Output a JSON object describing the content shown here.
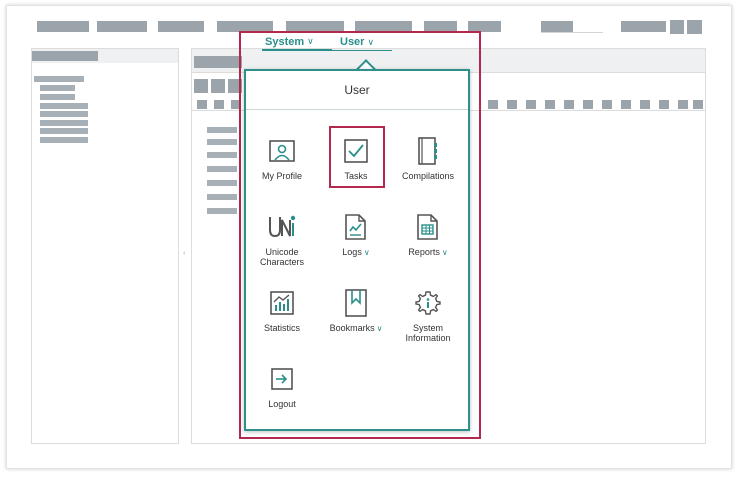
{
  "colors": {
    "accent": "#2a8f8a",
    "highlight": "#b3284d",
    "placeholder": "#9aa4aa"
  },
  "top_menu": {
    "system_label": "System",
    "user_label": "User"
  },
  "user_menu": {
    "title": "User",
    "items": [
      {
        "label": "My Profile",
        "icon": "profile-icon",
        "has_submenu": false
      },
      {
        "label": "Tasks",
        "icon": "tasks-icon",
        "has_submenu": false,
        "selected": true
      },
      {
        "label": "Compilations",
        "icon": "compilations-icon",
        "has_submenu": false
      },
      {
        "label": "Unicode Characters",
        "icon": "unicode-icon",
        "has_submenu": false
      },
      {
        "label": "Logs",
        "icon": "logs-icon",
        "has_submenu": true
      },
      {
        "label": "Reports",
        "icon": "reports-icon",
        "has_submenu": true
      },
      {
        "label": "Statistics",
        "icon": "statistics-icon",
        "has_submenu": false
      },
      {
        "label": "Bookmarks",
        "icon": "bookmarks-icon",
        "has_submenu": true
      },
      {
        "label": "System Information",
        "icon": "gear-icon",
        "has_submenu": false
      },
      {
        "label": "Logout",
        "icon": "logout-icon",
        "has_submenu": false
      }
    ]
  }
}
